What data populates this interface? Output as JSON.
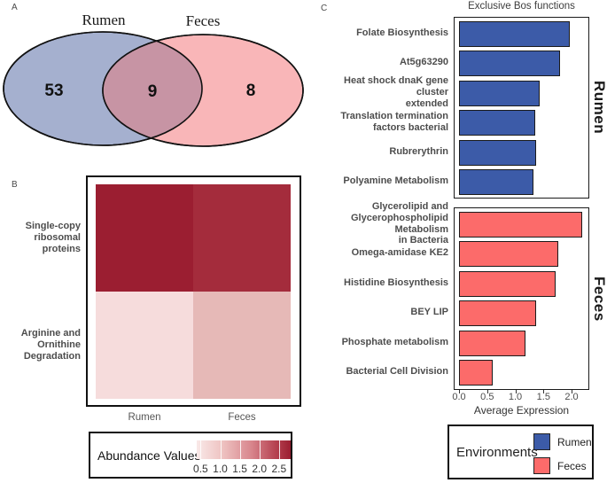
{
  "panel_labels": {
    "a": "A",
    "b": "B",
    "c": "C"
  },
  "chart_data": [
    {
      "type": "venn",
      "sets": [
        {
          "label": "Rumen",
          "count": 53,
          "color": "#a5b0cf"
        },
        {
          "label": "Feces",
          "count": 8,
          "color": "#f9b6b8"
        }
      ],
      "overlap": {
        "count": 9,
        "color": "#c794a4"
      }
    },
    {
      "type": "heatmap",
      "x_categories": [
        "Rumen",
        "Feces"
      ],
      "y_categories": [
        "Single-copy\nribosomal proteins",
        "Arginine and\nOrnithine\nDegradation"
      ],
      "values": [
        [
          2.8,
          2.5
        ],
        [
          0.5,
          1.0
        ]
      ],
      "cell_colors": [
        [
          "#9b1e31",
          "#a42c3c"
        ],
        [
          "#f6dcdc",
          "#e6b9b7"
        ]
      ],
      "legend": {
        "title": "Abundance Values",
        "ticks": [
          "0.5",
          "1.0",
          "1.5",
          "2.0",
          "2.5"
        ],
        "range": [
          0.4,
          2.8
        ],
        "gradient": [
          "#f9e9e8",
          "#9b1e31"
        ]
      }
    },
    {
      "type": "bar",
      "orientation": "horizontal",
      "title": "Exclusive Bos functions",
      "xlabel": "Average Expression",
      "xlim": [
        0,
        2.3
      ],
      "x_ticks": [
        "0.0",
        "0.5",
        "1.0",
        "1.5",
        "2.0"
      ],
      "facets": [
        {
          "label": "Rumen",
          "color": "#3c5ba8",
          "categories": [
            "Folate Biosynthesis",
            "At5g63290",
            "Heat shock dnaK gene cluster\nextended",
            "Translation termination\nfactors bacterial",
            "Rubrerythrin",
            "Polyamine Metabolism"
          ],
          "values": [
            1.97,
            1.8,
            1.43,
            1.36,
            1.37,
            1.32
          ]
        },
        {
          "label": "Feces",
          "color": "#fc6b6a",
          "categories": [
            "Glycerolipid and\nGlycerophospholipid Metabolism\nin Bacteria",
            "Omega-amidase KE2",
            "Histidine Biosynthesis",
            "BEY LIP",
            "Phosphate metabolism",
            "Bacterial Cell Division"
          ],
          "values": [
            2.19,
            1.76,
            1.72,
            1.37,
            1.18,
            0.6
          ]
        }
      ],
      "legend": {
        "title": "Environments",
        "entries": [
          {
            "label": "Rumen",
            "color": "#3c5ba8"
          },
          {
            "label": "Feces",
            "color": "#fc6b6a"
          }
        ]
      }
    }
  ]
}
